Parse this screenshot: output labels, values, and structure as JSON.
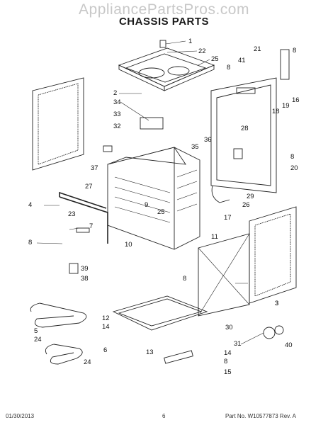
{
  "watermark": "AppliancePartsPros.com",
  "title": "CHASSIS PARTS",
  "footer": {
    "date": "01/30/2013",
    "page": "6",
    "part_number": "Part No. W10577873  Rev. A"
  },
  "callouts": [
    "1",
    "22",
    "25",
    "41",
    "21",
    "8",
    "2",
    "34",
    "8",
    "16",
    "18",
    "19",
    "33",
    "28",
    "36",
    "32",
    "35",
    "8",
    "20",
    "37",
    "27",
    "29",
    "4",
    "9",
    "26",
    "17",
    "23",
    "25",
    "7",
    "11",
    "8",
    "10",
    "8",
    "39",
    "38",
    "3",
    "3",
    "5",
    "24",
    "12",
    "14",
    "30",
    "31",
    "6",
    "24",
    "40",
    "13",
    "14",
    "8",
    "15"
  ]
}
